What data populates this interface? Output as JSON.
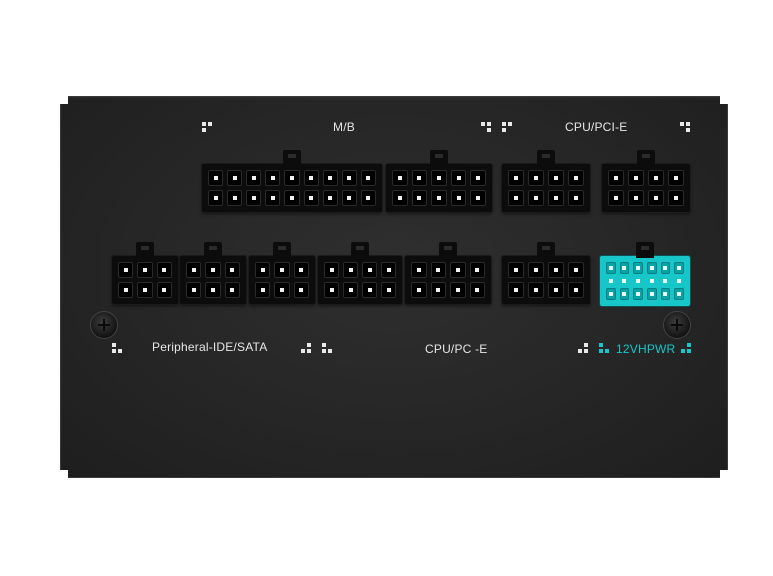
{
  "colors": {
    "accent": "#17c6c9",
    "panel": "#262626",
    "connector": "#0c0c0c",
    "label": "#e6e6e6"
  },
  "labels": {
    "mb": "M/B",
    "cpu_pcie_top": "CPU/PCI-E",
    "peripheral": "Peripheral-IDE/SATA",
    "cpu_pcie_bottom": "CPU/PC -E",
    "vhpwr": "12VHPWR"
  },
  "connectors": {
    "top": [
      {
        "name": "mb-connector-1",
        "pins_per_row": 9
      },
      {
        "name": "mb-connector-2",
        "pins_per_row": 5
      },
      {
        "name": "cpu-pcie-top-connector-1",
        "pins_per_row": 4
      },
      {
        "name": "cpu-pcie-top-connector-2",
        "pins_per_row": 4
      }
    ],
    "bottom": [
      {
        "name": "peripheral-connector-1",
        "pins_per_row": 3
      },
      {
        "name": "peripheral-connector-2",
        "pins_per_row": 3
      },
      {
        "name": "peripheral-connector-3",
        "pins_per_row": 3
      },
      {
        "name": "peripheral-connector-4",
        "pins_per_row": 4
      },
      {
        "name": "cpu-pcie-bottom-connector-1",
        "pins_per_row": 4
      },
      {
        "name": "cpu-pcie-bottom-connector-2",
        "pins_per_row": 4
      },
      {
        "name": "12vhpwr-connector",
        "pins_per_row": 6
      }
    ]
  },
  "icons": [
    "screw-icon",
    "corner-marker-icon"
  ]
}
